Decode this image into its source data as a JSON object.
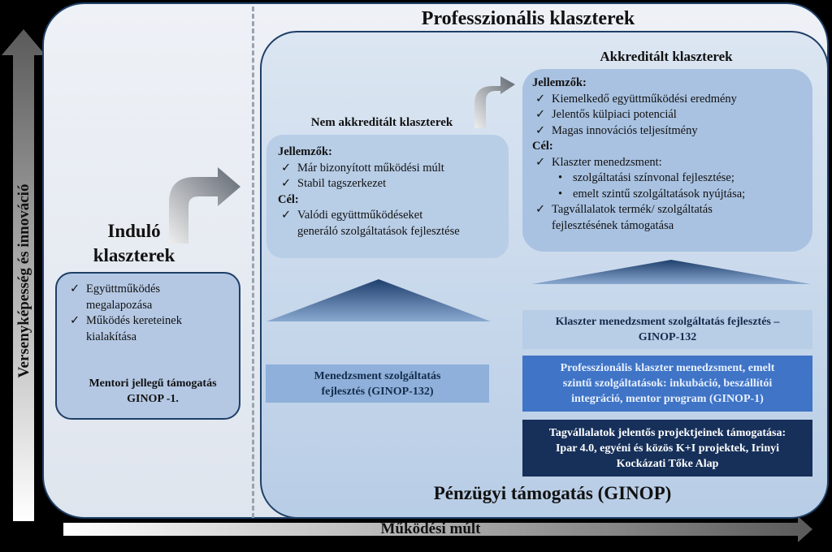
{
  "axes": {
    "y_label": "Versenyképesség és innováció",
    "x_label": "Működési múlt"
  },
  "regions": {
    "professional_title": "Professzionális klaszterek",
    "financial_title": "Pénzügyi támogatás (GINOP)"
  },
  "akkreditalt": {
    "title": "Akkreditált klaszterek",
    "features_heading": "Jellemzők:",
    "features": [
      "Kiemelkedő együttműködési eredmény",
      "Jelentős külpiaci potenciál",
      "Magas innovációs teljesítmény"
    ],
    "goal_heading": "Cél:",
    "goal_main": "Klaszter menedzsment:",
    "goal_subitems": [
      "szolgáltatási színvonal fejlesztése;",
      "emelt szintű szolgáltatások nyújtása;"
    ],
    "goal_last_line1": "Tagvállalatok termék/ szolgáltatás",
    "goal_last_line2": "fejlesztésének támogatása"
  },
  "nem_akkreditalt": {
    "title": "Nem akkreditált klaszterek",
    "features_heading": "Jellemzők:",
    "features": [
      "Már bizonyított működési múlt",
      "Stabil tagszerkezet"
    ],
    "goal_heading": "Cél:",
    "goal_line1": "Valódi együttműködéseket",
    "goal_line2": "generáló szolgáltatások fejlesztése"
  },
  "indulo": {
    "title_line1": "Induló",
    "title_line2": "klaszterek",
    "item1_line1": "Együttműködés",
    "item1_line2": "megalapozása",
    "item2_line1": "Működés kereteinek",
    "item2_line2": "kialakítása",
    "support_line1": "Mentori jellegű támogatás",
    "support_line2": "GINOP -1."
  },
  "support_boxes": {
    "nem_line1": "Menedzsment szolgáltatás",
    "nem_line2": "fejlesztés (GINOP-132)",
    "akk1_line1": "Klaszter menedzsment szolgáltatás fejlesztés –",
    "akk1_line2": "GINOP-132",
    "akk2_line1": "Professzionális klaszter menedzsment, emelt",
    "akk2_line2": "szintű szolgáltatások: inkubáció, beszállítói",
    "akk2_line3": "integráció, mentor program (GINOP-1)",
    "akk3_line1": "Tagvállalatok jelentős projektjeinek támogatása:",
    "akk3_line2": "Ipar 4.0, egyéni és közös K+I projektek, Irinyi",
    "akk3_line3": "Kockázati Tőke Alap"
  },
  "check_symbol": "✓",
  "bullet_symbol": "•"
}
